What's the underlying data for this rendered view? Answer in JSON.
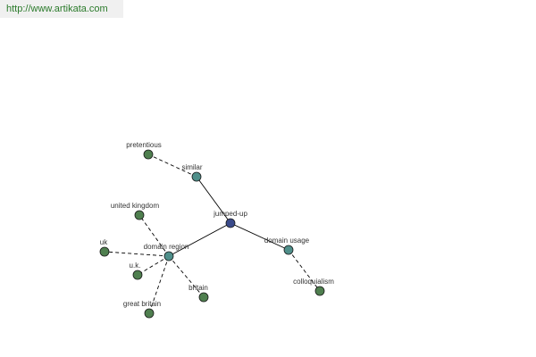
{
  "banner": {
    "url_text": "http://www.artikata.com"
  },
  "colors": {
    "center_node": "#3a4a8a",
    "category_node": "#4f8f8a",
    "leaf_node": "#4f7f4f",
    "edge": "#000000",
    "banner_text": "#2a7a2a",
    "banner_bg": "#f0f0f0"
  },
  "graph": {
    "nodes": {
      "jumped_up": {
        "label": "jumped-up",
        "kind": "center"
      },
      "similar": {
        "label": "similar",
        "kind": "category"
      },
      "domain_region": {
        "label": "domain region",
        "kind": "category"
      },
      "domain_usage": {
        "label": "domain usage",
        "kind": "category"
      },
      "pretentious": {
        "label": "pretentious",
        "kind": "leaf"
      },
      "united_kingdom": {
        "label": "united kingdom",
        "kind": "leaf"
      },
      "uk": {
        "label": "uk",
        "kind": "leaf"
      },
      "u_k": {
        "label": "u.k.",
        "kind": "leaf"
      },
      "great_britain": {
        "label": "great britain",
        "kind": "leaf"
      },
      "britain": {
        "label": "britain",
        "kind": "leaf"
      },
      "colloquialism": {
        "label": "colloquialism",
        "kind": "leaf"
      }
    },
    "edges": [
      {
        "from": "jumped_up",
        "to": "similar",
        "style": "solid"
      },
      {
        "from": "jumped_up",
        "to": "domain_region",
        "style": "solid"
      },
      {
        "from": "jumped_up",
        "to": "domain_usage",
        "style": "solid"
      },
      {
        "from": "similar",
        "to": "pretentious",
        "style": "dashed"
      },
      {
        "from": "domain_region",
        "to": "united_kingdom",
        "style": "dashed"
      },
      {
        "from": "domain_region",
        "to": "uk",
        "style": "dashed"
      },
      {
        "from": "domain_region",
        "to": "u_k",
        "style": "dashed"
      },
      {
        "from": "domain_region",
        "to": "great_britain",
        "style": "dashed"
      },
      {
        "from": "domain_region",
        "to": "britain",
        "style": "dashed"
      },
      {
        "from": "domain_usage",
        "to": "colloquialism",
        "style": "dashed"
      }
    ]
  }
}
